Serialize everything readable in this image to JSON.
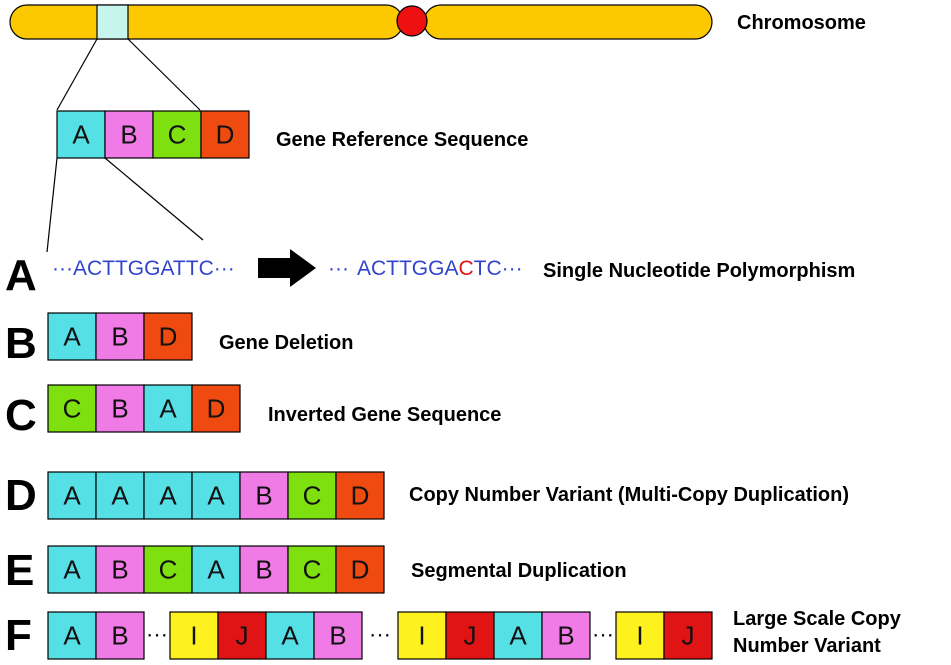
{
  "colors": {
    "A": "#55e0e6",
    "B": "#f07be6",
    "C": "#7ee00f",
    "D": "#ef4a10",
    "I": "#fdf21d",
    "J": "#e01414",
    "chromosome": "#fcc800",
    "centromere": "#ee1111",
    "highlight": "#c7f5ee",
    "sequence": "#3344cc",
    "mutation": "#e01414"
  },
  "chromosome_label": "Chromosome",
  "reference": {
    "label": "Gene Reference Sequence",
    "segments": [
      "A",
      "B",
      "C",
      "D"
    ]
  },
  "snp": {
    "letter": "A",
    "left_dots": "···",
    "original": "ACTTGGATTC",
    "right_dots": "···",
    "mut_left_dots": "···",
    "mut_prefix": "ACTTGGA",
    "mut_base": "C",
    "mut_suffix": "TC",
    "mut_right_dots": "···",
    "label": "Single Nucleotide Polymorphism"
  },
  "rows": [
    {
      "letter": "B",
      "label": "Gene Deletion",
      "segments": [
        "A",
        "B",
        "D"
      ]
    },
    {
      "letter": "C",
      "label": "Inverted Gene Sequence",
      "segments": [
        "C",
        "B",
        "A",
        "D"
      ]
    },
    {
      "letter": "D",
      "label": "Copy Number Variant (Multi-Copy Duplication)",
      "segments": [
        "A",
        "A",
        "A",
        "A",
        "B",
        "C",
        "D"
      ]
    },
    {
      "letter": "E",
      "label": "Segmental Duplication",
      "segments": [
        "A",
        "B",
        "C",
        "A",
        "B",
        "C",
        "D"
      ]
    }
  ],
  "large_scale": {
    "letter": "F",
    "label_line1": "Large Scale Copy",
    "label_line2": "Number Variant",
    "groups": [
      [
        "A",
        "B"
      ],
      [
        "I",
        "J",
        "A",
        "B"
      ],
      [
        "I",
        "J",
        "A",
        "B"
      ],
      [
        "I",
        "J"
      ]
    ],
    "gap_dots": "···"
  }
}
